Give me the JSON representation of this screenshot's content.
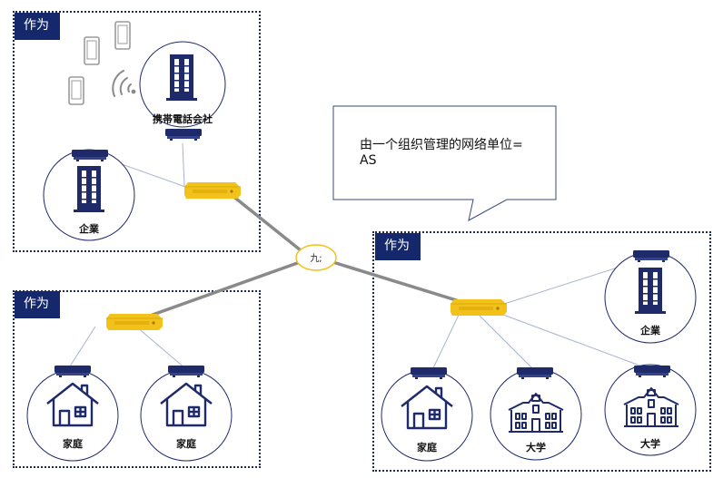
{
  "as_label": "作为",
  "callout": {
    "line1": "由一个组织管理的网络单位=",
    "line2": "AS"
  },
  "exchange_label": "九;",
  "nodes": {
    "carrier": "携帯電話会社",
    "enterprise": "企業",
    "home": "家庭",
    "university": "大学"
  },
  "colors": {
    "as_tag": "#15286b",
    "router": "#f2c21b",
    "link": "#8a8a8a",
    "device": "#1f2a6b"
  }
}
